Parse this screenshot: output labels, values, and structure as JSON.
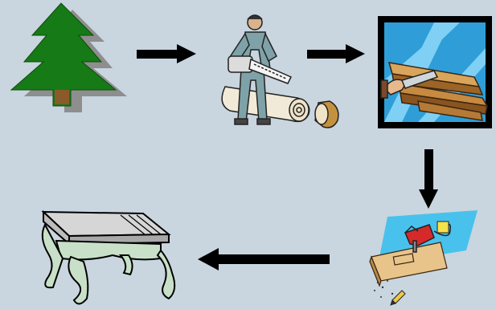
{
  "diagram": {
    "description_steps": [
      {
        "id": "tree",
        "icon": "pine-tree-icon"
      },
      {
        "id": "logging",
        "icon": "lumberjack-chainsaw-icon"
      },
      {
        "id": "lumber",
        "icon": "planks-saw-icon"
      },
      {
        "id": "machining",
        "icon": "jigsaw-tool-icon"
      },
      {
        "id": "furniture",
        "icon": "table-icon"
      }
    ],
    "colors": {
      "background": "#c9d5df",
      "tree_green": "#167a16",
      "tree_shadow": "#8e8e8e",
      "arrow": "#000000",
      "panel_blue": "#2f9ed8",
      "wood": "#b07a3a",
      "table_legs": "#c8e0c8"
    }
  }
}
